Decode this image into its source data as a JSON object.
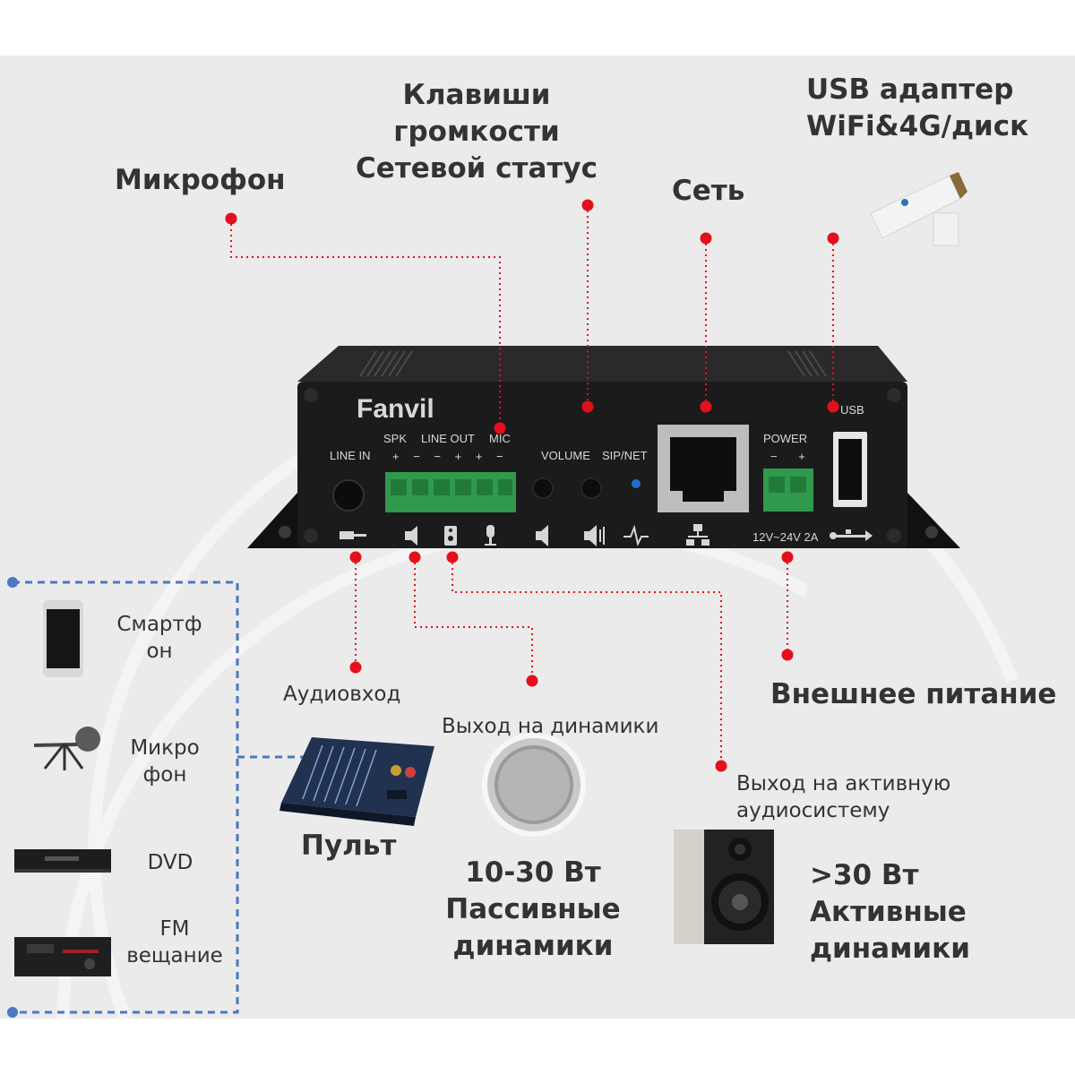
{
  "device": {
    "brand": "Fanvil",
    "port_labels": {
      "line_in": "LINE IN",
      "spk": "SPK",
      "line_out": "LINE OUT",
      "mic": "MIC",
      "volume": "VOLUME",
      "sipnet": "SIP/NET",
      "power": "POWER",
      "usb": "USB",
      "polarity": "+ − − + + −",
      "power_polarity": "− +",
      "voltage": "12V~24V 2A"
    }
  },
  "callouts": {
    "mic": "Микрофон",
    "volume_keys": [
      "Клавиши",
      "громкости",
      "Сетевой статус"
    ],
    "network": "Сеть",
    "usb": [
      "USB адаптер",
      "WiFi&4G/диск"
    ],
    "audio_in": "Аудиовход",
    "speaker_out": "Выход на динамики",
    "active_out": [
      "Выход на активную",
      "аудиосистему"
    ],
    "power": "Внешнее питание"
  },
  "sources": [
    [
      "Смартф",
      "он"
    ],
    [
      "Микро",
      "фон"
    ],
    [
      "DVD"
    ],
    [
      "FM",
      "вещание"
    ]
  ],
  "products": {
    "mixer": "Пульт",
    "passive": [
      "10-30 Вт",
      "Пассивные",
      "динамики"
    ],
    "active": [
      ">30 Вт",
      "Активные",
      "динамики"
    ]
  },
  "colors": {
    "dot": "#e3101c",
    "dashed_blue": "#4a78c2",
    "device": "#1b1b1b",
    "terminal": "#2f9a4c",
    "text": "#333333"
  },
  "icons": [
    "line-in-icon",
    "speaker-icon",
    "line-out-icon",
    "mic-icon",
    "volume-down-icon",
    "volume-up-icon",
    "sipnet-icon",
    "network-icon",
    "usb-icon"
  ]
}
